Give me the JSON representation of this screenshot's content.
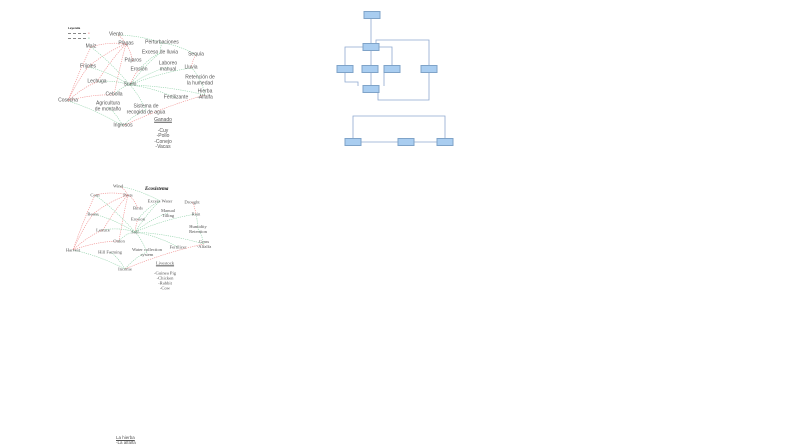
{
  "spanish_diagram": {
    "legend": {
      "title": "Leyenda"
    },
    "nodes": [
      "Viento",
      "Plagas",
      "Perturbaciones",
      "Maíz",
      "Pájaros",
      "Exceso de lluvia",
      "Sequía",
      "Frijoles",
      "Erosión",
      "Laboreo\nmanual",
      "Lluvia",
      "Lechuga",
      "Suelo",
      "Retención de\nla humedad",
      "Cebolla",
      "Cosecha",
      "Hierba\n-Alfalfa",
      "Agricultura\nde montaño",
      "Fertilizante",
      "Sistema de\nrecogida de agua",
      "Ingresos"
    ],
    "livestock": {
      "title": "Ganado",
      "items": "-Cuy\n-Pollo\n-Conejo\n-Vacas"
    }
  },
  "english_diagram": {
    "title": "Ecosistema",
    "nodes": [
      "Wind",
      "Pests",
      "Corn",
      "Excess Water",
      "Drought",
      "Birds",
      "Manual\nTilling",
      "Beans",
      "Rain",
      "Erosion",
      "Humidity\nRetention",
      "Lettuce",
      "Soil",
      "Onion",
      "Grass\n-Alfalfa",
      "Harvest",
      "Fertilizer",
      "Hill Farming",
      "Water collection\nsystem",
      "Income"
    ],
    "livestock": {
      "title": "Livestock",
      "items": "-Guinea Pig\n-Chicken\n-Rabbit\n-Cow"
    }
  },
  "footer_note": {
    "title": "La hierba",
    "items": "-La alfalfa"
  },
  "colors": {
    "positive_link": "#8fd1a8",
    "negative_link": "#f08a8a",
    "flow_box": "#a9cdf0",
    "flow_line": "#8ea9cf"
  }
}
